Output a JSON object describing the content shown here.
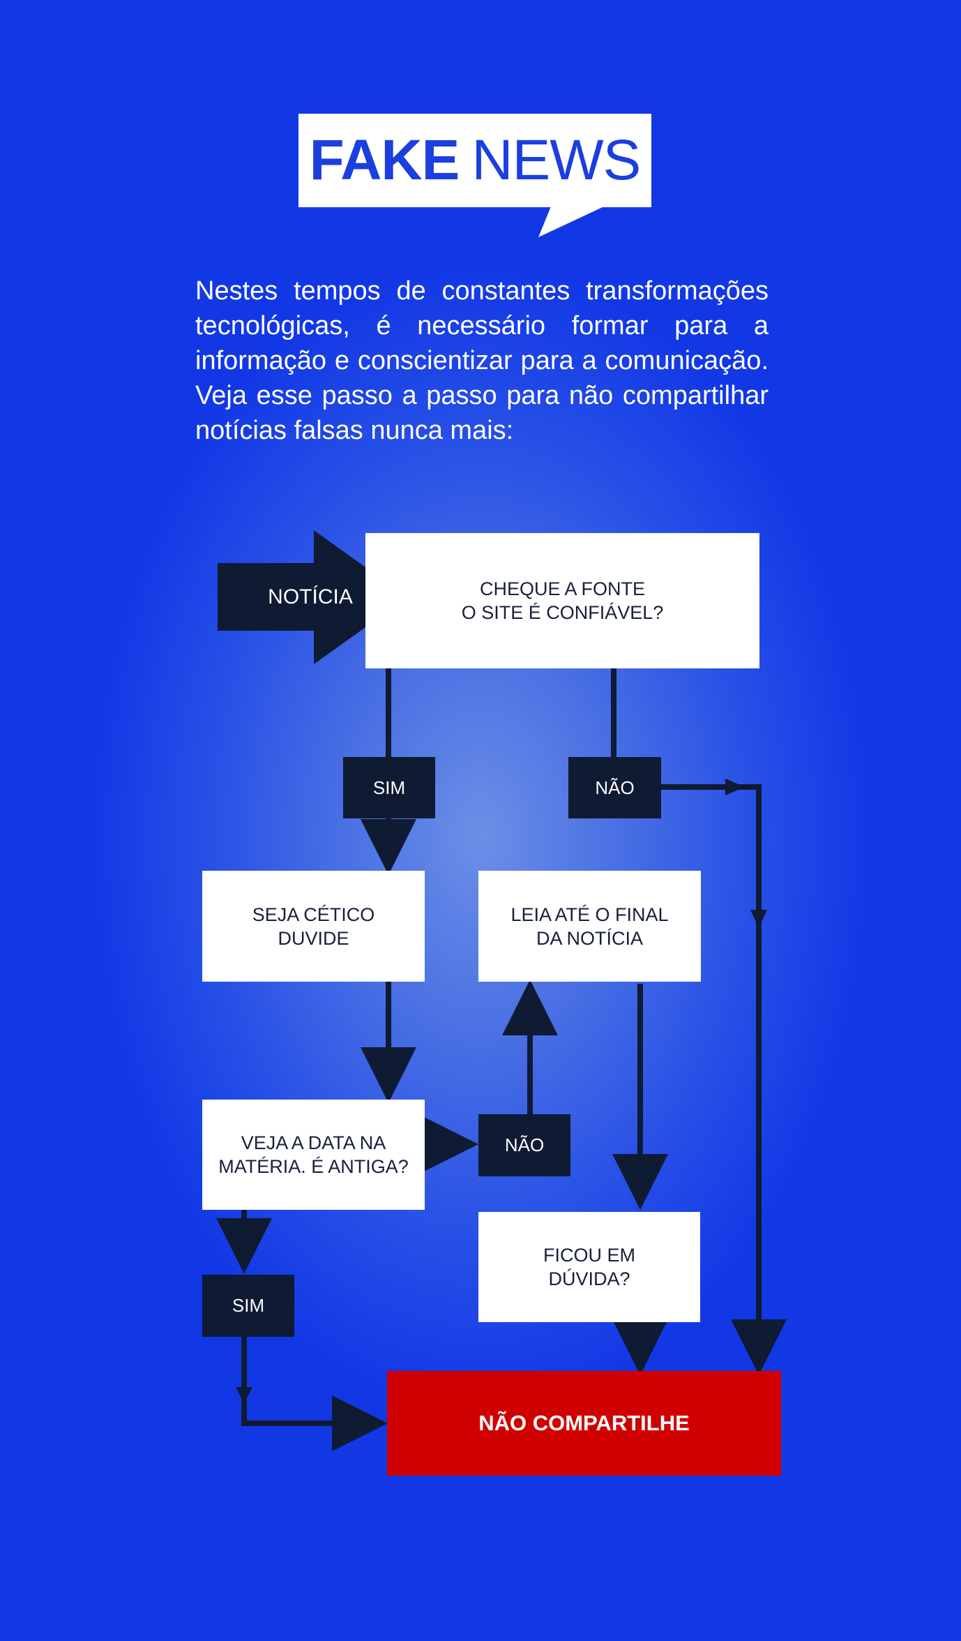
{
  "title": {
    "fake": "FAKE",
    "news": "NEWS"
  },
  "intro": "Nestes tempos de constantes transformações tecnológicas, é necessário formar para a informação e conscientizar para a comunicação. Veja esse passo a passo para não compartilhar notícias falsas nunca mais:",
  "flow": {
    "start": "NOTÍCIA",
    "check_source": "CHEQUE A FONTE\nO SITE É CONFIÁVEL?",
    "sim_1": "SIM",
    "nao_1": "NÃO",
    "skeptic": "SEJA CÉTICO\nDUVIDE",
    "read_full": "LEIA ATÉ O FINAL\nDA NOTÍCIA",
    "check_date": "VEJA A DATA NA\nMATÉRIA. É ANTIGA?",
    "nao_2": "NÃO",
    "sim_2": "SIM",
    "doubt": "FICOU EM\nDÚVIDA?",
    "final": "NÃO COMPARTILHE"
  },
  "colors": {
    "background": "#1238e6",
    "node_dark": "#0f1a33",
    "final": "#d10000",
    "title_blue": "#1b3ee0"
  }
}
